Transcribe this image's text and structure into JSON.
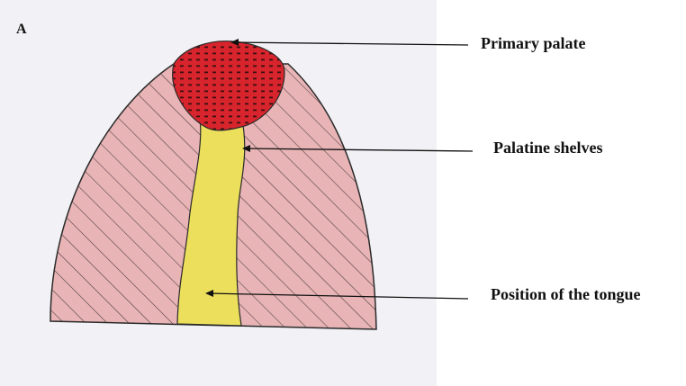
{
  "panel_letter": "A",
  "labels": {
    "primary_palate": "Primary palate",
    "palatine_shelves": "Palatine shelves",
    "tongue_position": "Position of the tongue"
  },
  "colors": {
    "paper": "#f2f1f5",
    "lateral_tissue": "#e8b4b6",
    "hatching": "#4a3a3a",
    "primary_palate": "#d8242c",
    "tongue": "#ecdf5c",
    "outline": "#2a2a2a"
  }
}
